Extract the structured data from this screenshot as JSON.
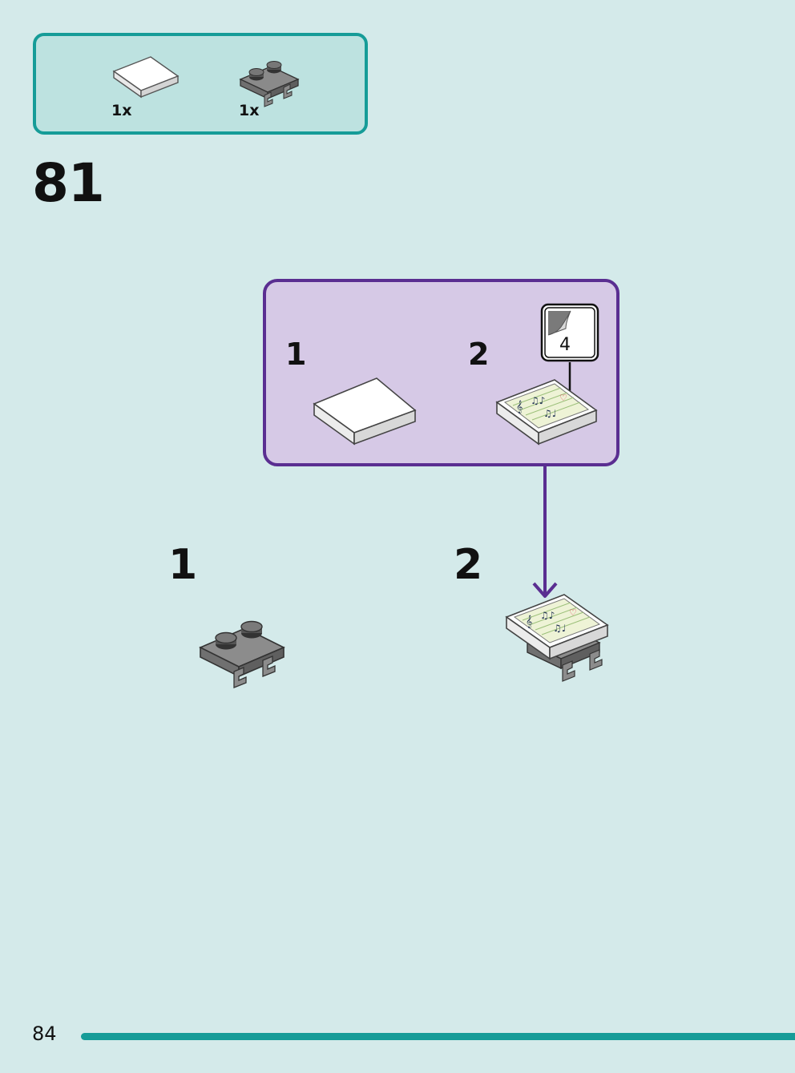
{
  "parts_list": {
    "items": [
      {
        "part": "white-tile-2x2",
        "quantity": "1x"
      },
      {
        "part": "gray-plate-with-clips",
        "quantity": "1x"
      }
    ]
  },
  "step": {
    "number": "81"
  },
  "subassembly": {
    "substeps": [
      {
        "number": "1",
        "part": "white-tile-2x2"
      },
      {
        "number": "2",
        "part": "music-sticker-tile"
      }
    ],
    "sticker": {
      "number": "4"
    }
  },
  "main_steps": [
    {
      "number": "1",
      "part": "gray-plate-with-clips"
    },
    {
      "number": "2",
      "part": "assembled-music-tile"
    }
  ],
  "page": {
    "number": "84"
  },
  "colors": {
    "background": "#d4eaea",
    "parts_box_border": "#169c98",
    "subassembly_fill": "#d6c9e6",
    "subassembly_border": "#5a2e91"
  }
}
